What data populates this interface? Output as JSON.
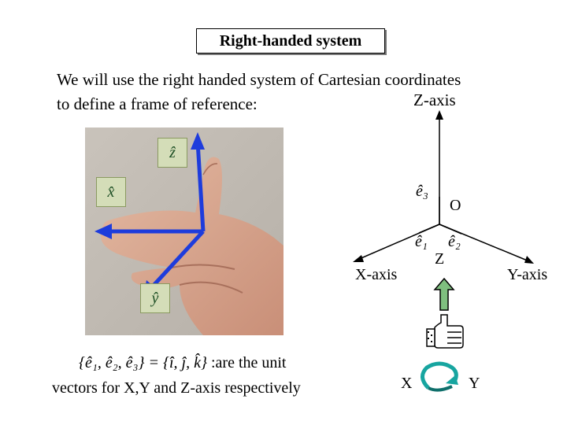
{
  "title": "Right-handed system",
  "intro": {
    "line1": "We will use the right handed system of Cartesian coordinates",
    "line2": "to define a frame of reference:"
  },
  "photo": {
    "z_label": "ẑ",
    "x_label": "x̂",
    "y_label": "ŷ"
  },
  "axes": {
    "z_axis": "Z-axis",
    "x_axis": "X-axis",
    "y_axis": "Y-axis",
    "origin": "O",
    "e1": "ê₁",
    "e2": "ê₂",
    "e3": "ê₃"
  },
  "rotation": {
    "z": "Z",
    "x": "X",
    "y": "Y"
  },
  "caption": {
    "equation": "{ê₁, ê₂, ê₃} = {î, ĵ, k̂}",
    "line1_rest": " :are the unit",
    "line2": "vectors for X,Y and Z-axis respectively"
  },
  "colors": {
    "arrow_blue": "#1e3cdc",
    "label_green": "#1d4f24",
    "label_bg": "#d4ddb8",
    "upward_arrow_fill": "#7fbf7f",
    "rotation_arrow": "#17a5a0"
  }
}
